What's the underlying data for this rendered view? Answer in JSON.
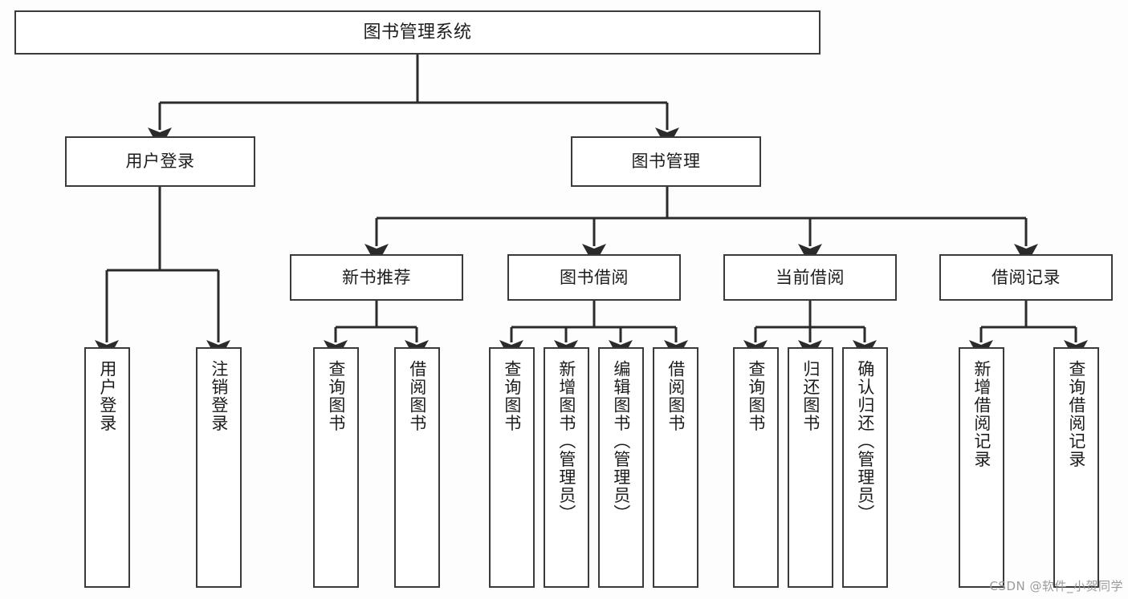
{
  "diagram": {
    "title": "图书管理系统",
    "type": "tree",
    "watermark": "CSDN @软件_小贺同学",
    "colors": {
      "background": "#fdfdfd",
      "box_fill": "#ffffff",
      "box_stroke": "#3a3a3a",
      "edge_stroke": "#2b2b2b",
      "text": "#1c1c1c",
      "watermark": "#9b9b9b"
    },
    "root": {
      "label": "图书管理系统"
    },
    "level2": [
      {
        "label": "用户登录"
      },
      {
        "label": "图书管理"
      }
    ],
    "level3": [
      {
        "label": "新书推荐",
        "parent": "图书管理"
      },
      {
        "label": "图书借阅",
        "parent": "图书管理"
      },
      {
        "label": "当前借阅",
        "parent": "图书管理"
      },
      {
        "label": "借阅记录",
        "parent": "图书管理"
      }
    ],
    "leaves": [
      {
        "label": "用户登录",
        "parent": "用户登录"
      },
      {
        "label": "注销登录",
        "parent": "用户登录"
      },
      {
        "label": "查询图书",
        "parent": "新书推荐"
      },
      {
        "label": "借阅图书",
        "parent": "新书推荐"
      },
      {
        "label": "查询图书",
        "parent": "图书借阅"
      },
      {
        "label": "新增图书（管理员）",
        "parent": "图书借阅"
      },
      {
        "label": "编辑图书（管理员）",
        "parent": "图书借阅"
      },
      {
        "label": "借阅图书",
        "parent": "图书借阅"
      },
      {
        "label": "查询图书",
        "parent": "当前借阅"
      },
      {
        "label": "归还图书",
        "parent": "当前借阅"
      },
      {
        "label": "确认归还（管理员）",
        "parent": "当前借阅"
      },
      {
        "label": "新增借阅记录",
        "parent": "借阅记录"
      },
      {
        "label": "查询借阅记录",
        "parent": "借阅记录"
      }
    ]
  }
}
